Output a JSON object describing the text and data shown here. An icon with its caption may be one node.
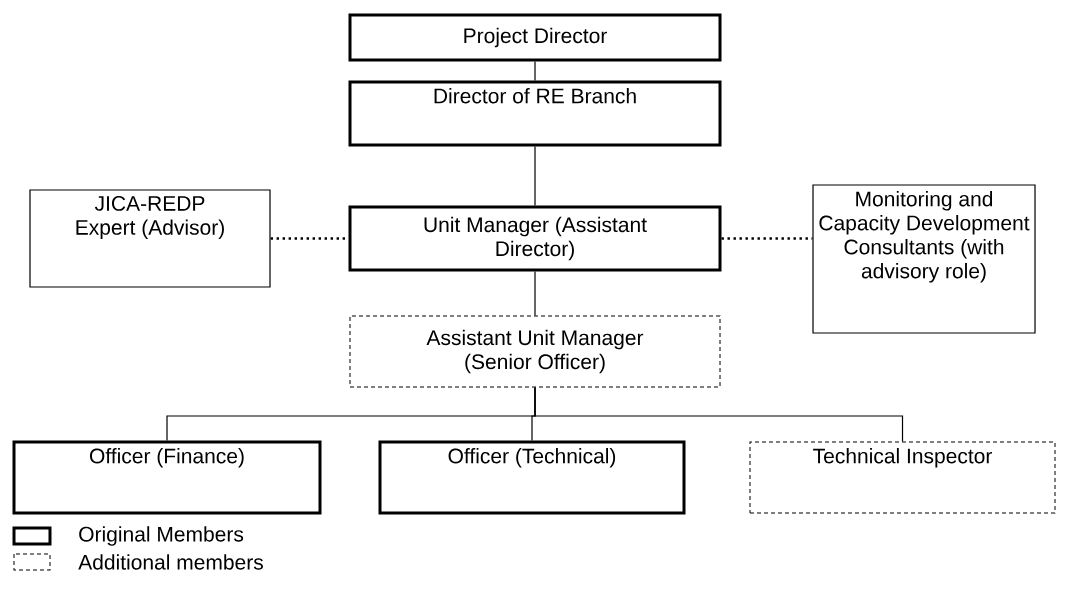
{
  "diagram": {
    "nodes": [
      {
        "text": [
          "Project Director"
        ]
      },
      {
        "text": [
          "Director of RE Branch"
        ]
      },
      {
        "text": [
          "JICA-REDP Expert (Advisor)"
        ]
      },
      {
        "text": [
          "Unit Manager (Assistant Director)"
        ]
      },
      {
        "text": [
          "Monitoring and Capacity Development Consultants (with advisory role)"
        ]
      },
      {
        "text": [
          "Assistant Unit Manager (Senior Officer)"
        ]
      },
      {
        "text": [
          "Officer (Finance)"
        ]
      },
      {
        "text": [
          "Officer (Technical)"
        ]
      },
      {
        "text": [
          "Technical Inspector"
        ]
      }
    ],
    "edges": [
      {
        "from": 0,
        "to": 1,
        "arrow": "none"
      },
      {
        "from": 1,
        "to": 3,
        "arrow": "none"
      },
      {
        "from": 2,
        "to": 3,
        "arrow": "none",
        "style": "dashed"
      },
      {
        "from": 3,
        "to": 4,
        "arrow": "none",
        "style": "dashed"
      },
      {
        "from": 3,
        "to": 5,
        "arrow": "none"
      },
      {
        "from": 5,
        "to": 6,
        "arrow": "none"
      },
      {
        "from": 5,
        "to": 7,
        "arrow": "none"
      },
      {
        "from": 5,
        "to": 8,
        "arrow": "none"
      }
    ],
    "legend": [
      {
        "text": "Original Members"
      },
      {
        "text": "Additional members"
      }
    ]
  }
}
